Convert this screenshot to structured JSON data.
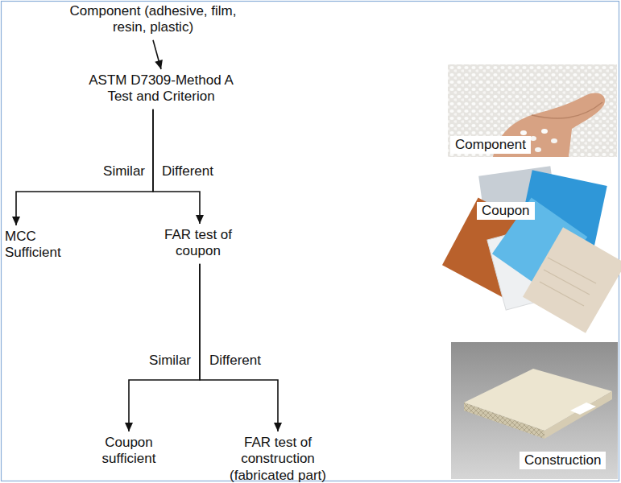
{
  "diagram": {
    "nodes": [
      {
        "text": [
          "Component (adhesive, film, resin, plastic)"
        ]
      },
      {
        "text": [
          "ASTM D7309-Method A Test and Criterion"
        ]
      },
      {
        "text": [
          "MCC Sufficient"
        ]
      },
      {
        "text": [
          "FAR test of coupon"
        ]
      },
      {
        "text": [
          "Coupon sufficient"
        ]
      },
      {
        "text": [
          "FAR test of construction (fabricated part)"
        ]
      }
    ],
    "edges": [
      {
        "from": 0,
        "to": 1,
        "arrow": "to"
      },
      {
        "from": 1,
        "to": 2,
        "label": "Similar",
        "arrow": "to"
      },
      {
        "from": 1,
        "to": 3,
        "label": "Different",
        "arrow": "to"
      },
      {
        "from": 3,
        "to": 4,
        "label": "Similar",
        "arrow": "to"
      },
      {
        "from": 3,
        "to": 5,
        "label": "Different",
        "arrow": "to"
      }
    ],
    "labels": [
      "Component",
      "Coupon",
      "Construction"
    ]
  }
}
